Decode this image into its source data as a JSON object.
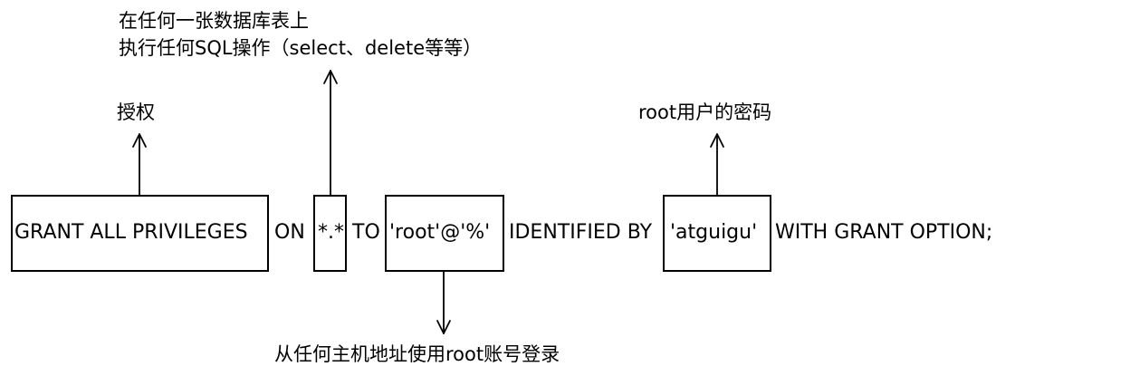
{
  "statement": {
    "part1": "GRANT ALL PRIVILEGES",
    "part2": "ON",
    "part3": "*.*",
    "part4": "TO",
    "part5": "'root'@'%'",
    "part6": "IDENTIFIED BY",
    "part7": "'atguigu'",
    "part8": "WITH GRANT OPTION;"
  },
  "annotations": {
    "grant": "授权",
    "scope_line1": "在任何一张数据库表上",
    "scope_line2": "执行任何SQL操作（select、delete等等）",
    "password": "root用户的密码",
    "host": "从任何主机地址使用root账号登录"
  },
  "colors": {
    "stroke": "#000000",
    "text": "#000000",
    "background": "#ffffff"
  }
}
